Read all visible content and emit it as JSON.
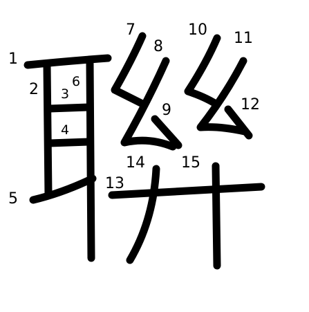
{
  "character": "聯",
  "strokes": [
    {
      "number": "1"
    },
    {
      "number": "2"
    },
    {
      "number": "3"
    },
    {
      "number": "4"
    },
    {
      "number": "5"
    },
    {
      "number": "6"
    },
    {
      "number": "7"
    },
    {
      "number": "8"
    },
    {
      "number": "9"
    },
    {
      "number": "10"
    },
    {
      "number": "11"
    },
    {
      "number": "12"
    },
    {
      "number": "13"
    },
    {
      "number": "14"
    },
    {
      "number": "15"
    }
  ],
  "colors": {
    "stroke": "#000000",
    "label": "#000000",
    "background": "#ffffff"
  }
}
